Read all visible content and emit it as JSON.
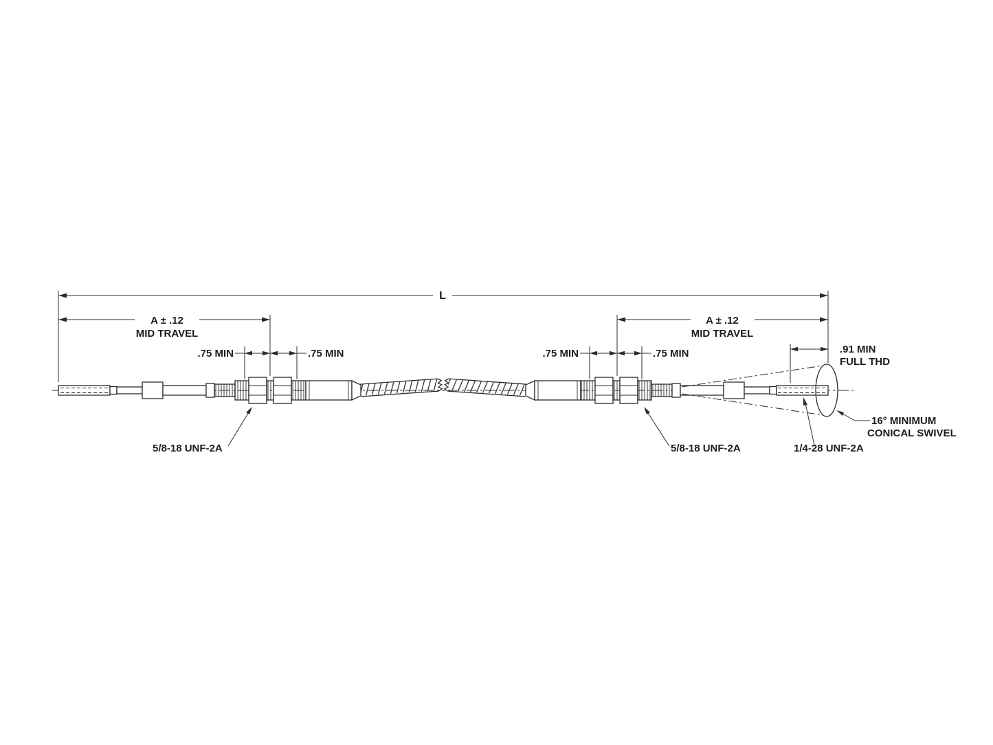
{
  "drawing": {
    "overall_length": "L",
    "left_end": {
      "mid_travel_value": "A ± .12",
      "mid_travel_caption": "MID TRAVEL",
      "thread_min_outer": ".75 MIN",
      "thread_min_inner": ".75 MIN",
      "bulkhead_thread": "5/8-18 UNF-2A"
    },
    "right_end": {
      "mid_travel_value": "A ± .12",
      "mid_travel_caption": "MID TRAVEL",
      "thread_min_inner": ".75 MIN",
      "thread_min_outer": ".75 MIN",
      "bulkhead_thread": "5/8-18 UNF-2A",
      "rod_thread": "1/4-28 UNF-2A",
      "full_thread_value": ".91 MIN",
      "full_thread_caption": "FULL THD",
      "swivel_note_line1": "16° MINIMUM",
      "swivel_note_line2": "CONICAL SWIVEL"
    },
    "colors": {
      "line": "#2b2b2b",
      "background": "#ffffff"
    }
  }
}
